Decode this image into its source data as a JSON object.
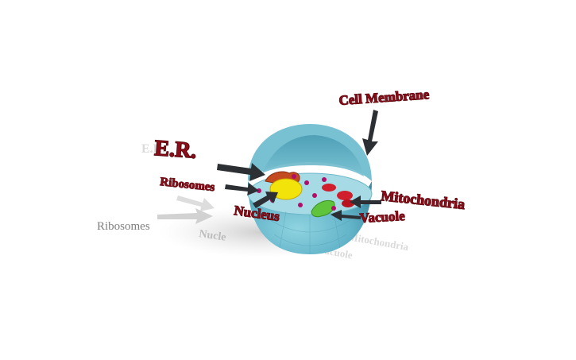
{
  "labels": {
    "cell_membrane": "Cell Membrane",
    "er": "E.R.",
    "ribosomes": "Ribosomes",
    "nucleus": "Nucleus",
    "mitochondria": "Mitochondria",
    "vacuole": "Vacuole",
    "ribosomes_shadow": "Ribosomes"
  },
  "colors": {
    "label_red": "#8b0d1a",
    "label_dark": "#4e0509",
    "cell_light": "#86cad8",
    "cell_mid": "#5fb0c6",
    "cell_dark": "#3f8ea6",
    "cytoplasm": "#a6dbe6",
    "nucleus": "#f2e40a",
    "er": "#c24a1e",
    "mitochondria": "#d01e2c",
    "vacuole": "#5fc43c",
    "ribosome": "#b10e6a",
    "arrow": "#2c2f33",
    "shadow": "#cfcfcf"
  },
  "icons": {
    "arrows": "arrow-icon"
  }
}
